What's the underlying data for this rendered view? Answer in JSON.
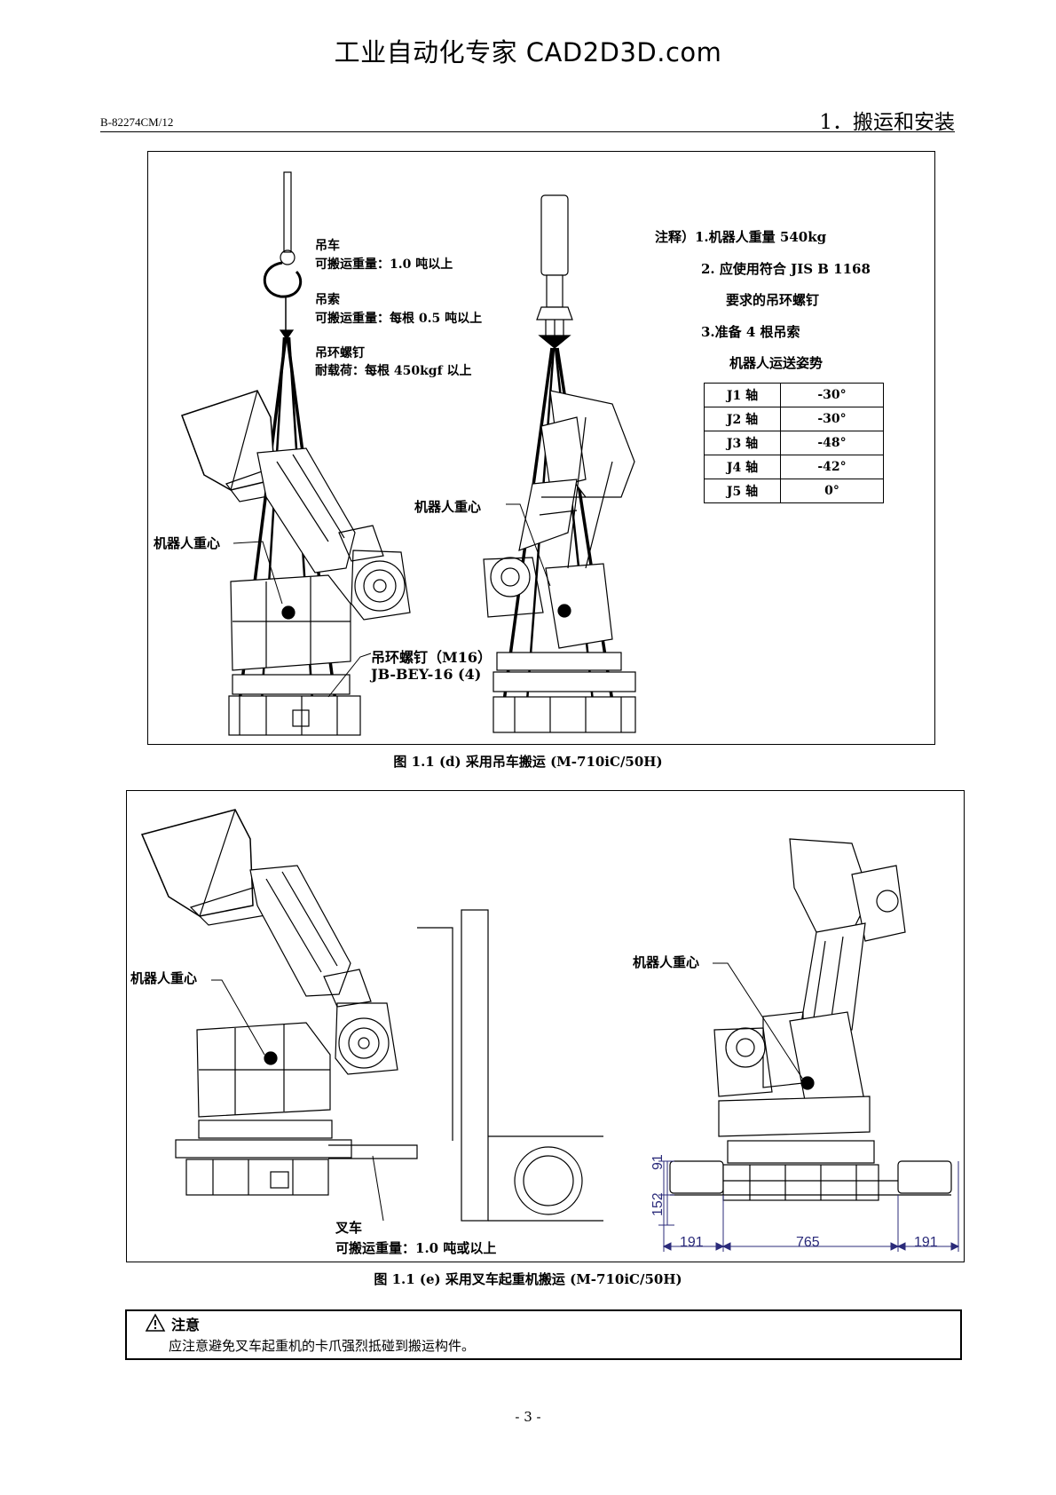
{
  "watermark": "工业自动化专家 CAD2D3D.com",
  "header": {
    "doc_id": "B-82274CM/12",
    "chapter": "1．搬运和安装"
  },
  "figure_d": {
    "caption": "图 1.1 (d)  采用吊车搬运  (M-710iC/50H)",
    "labels": {
      "crane": "吊车",
      "crane_capacity": "可搬运重量：1.0 吨以上",
      "sling": "吊索",
      "sling_capacity": "可搬运重量：每根 0.5 吨以上",
      "eyebolt": "吊环螺钉",
      "eyebolt_load": "耐载荷：每根 450kgf 以上",
      "cog_left": "机器人重心",
      "cog_right": "机器人重心",
      "eyebolt_spec": "吊环螺钉（M16）",
      "eyebolt_part": "JB-BEY-16 (4)"
    },
    "notes": {
      "n1": "注释）1.机器人重量 540kg",
      "n2": "2.  应使用符合 JIS B 1168",
      "n2b": "要求的吊环螺钉",
      "n3": "3.准备 4 根吊索",
      "pose_title": "机器人运送姿势"
    },
    "pose_table": [
      {
        "axis": "J1 轴",
        "value": "-30°"
      },
      {
        "axis": "J2 轴",
        "value": "-30°"
      },
      {
        "axis": "J3 轴",
        "value": "-48°"
      },
      {
        "axis": "J4 轴",
        "value": "-42°"
      },
      {
        "axis": "J5 轴",
        "value": "0°"
      }
    ]
  },
  "figure_e": {
    "caption": "图 1.1 (e)  采用叉车起重机搬运  (M-710iC/50H)",
    "labels": {
      "cog_left": "机器人重心",
      "cog_right": "机器人重心",
      "forklift": "叉车",
      "forklift_capacity": "可搬运重量：1.0 吨或以上"
    },
    "dimensions": {
      "h1": "91",
      "h2": "152",
      "w_left": "191",
      "w_mid": "765",
      "w_right": "191"
    }
  },
  "caution": {
    "title": "注意",
    "text": "应注意避免叉车起重机的卡爪强烈抵碰到搬运构件。"
  },
  "page_number": "- 3 -"
}
